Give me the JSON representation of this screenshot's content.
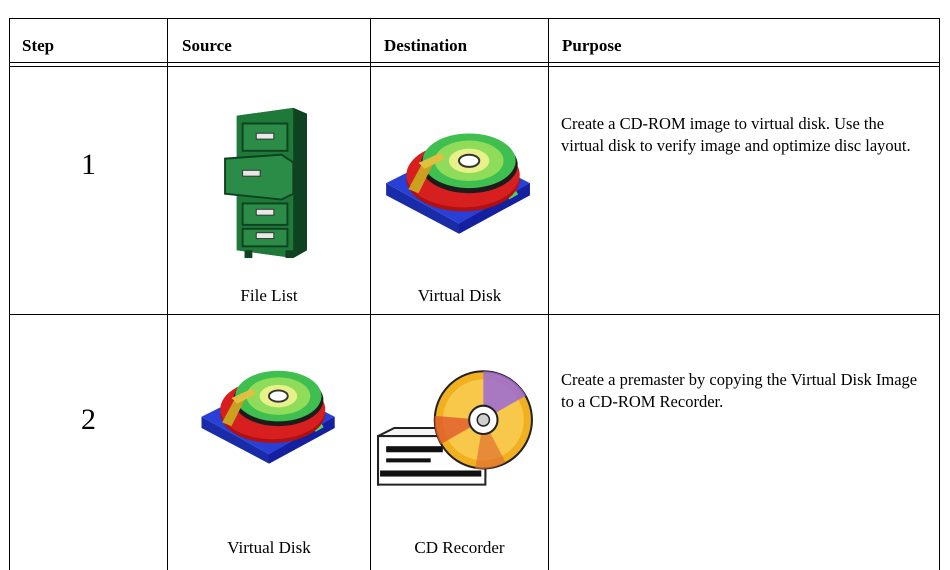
{
  "table": {
    "headers": {
      "step": "Step",
      "source": "Source",
      "destination": "Destination",
      "purpose": "Purpose"
    },
    "rows": [
      {
        "step": "1",
        "source": {
          "label": "File List",
          "icon": "file-cabinet-icon"
        },
        "destination": {
          "label": "Virtual Disk",
          "icon": "hard-disk-icon"
        },
        "purpose": "Create a CD-ROM image to virtual disk. Use the virtual disk to verify image and optimize disc layout."
      },
      {
        "step": "2",
        "source": {
          "label": "Virtual Disk",
          "icon": "hard-disk-icon"
        },
        "destination": {
          "label": "CD Recorder",
          "icon": "cd-recorder-icon"
        },
        "purpose": "Create a premaster by copying the Virtual Disk Image to a CD-ROM Recorder."
      }
    ]
  },
  "colors": {
    "cabinet_green": "#1f7a3a",
    "drive_blue": "#2a3fd6",
    "platter_red": "#d81f1f",
    "platter_green": "#3fbf4f",
    "disc_gold": "#f0b020"
  }
}
